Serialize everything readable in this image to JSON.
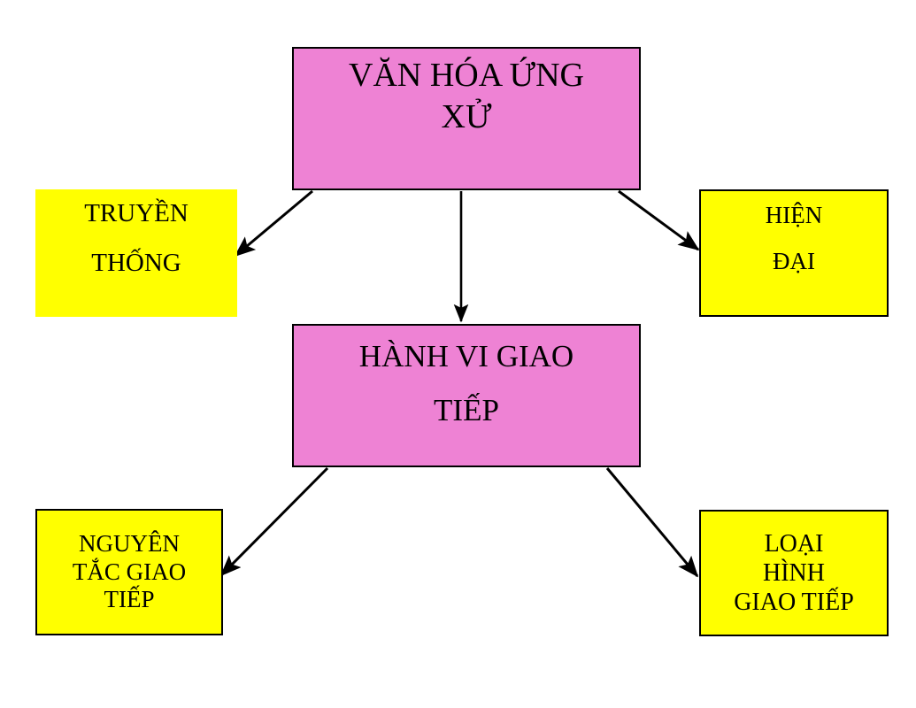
{
  "diagram": {
    "type": "hierarchy-flowchart",
    "title": "VĂN HÓA ỨNG XỬ",
    "background_color": "#ffffff",
    "colors": {
      "root_fill": "#ee82d4",
      "branch_fill": "#ffff00",
      "border": "#000000",
      "text": "#000000",
      "arrow": "#000000"
    },
    "nodes": [
      {
        "id": "root",
        "lines": [
          "VĂN HÓA ỨNG",
          "XỬ"
        ],
        "fill": "#ee82d4",
        "shape": "rectangle"
      },
      {
        "id": "tradition",
        "lines": [
          "TRUYỀN",
          "THỐNG"
        ],
        "fill": "#ffff00",
        "shape": "rectangle"
      },
      {
        "id": "modern",
        "lines": [
          "HIỆN",
          "ĐẠI"
        ],
        "fill": "#ffff00",
        "shape": "rectangle"
      },
      {
        "id": "behavior",
        "lines": [
          "HÀNH VI GIAO",
          "TIẾP"
        ],
        "fill": "#ee82d4",
        "shape": "rectangle"
      },
      {
        "id": "principles",
        "lines": [
          "NGUYÊN",
          "TẮC GIAO",
          "TIẾP"
        ],
        "fill": "#ffff00",
        "shape": "rectangle"
      },
      {
        "id": "types",
        "lines": [
          "LOẠI",
          "HÌNH",
          "GIAO TIẾP"
        ],
        "fill": "#ffff00",
        "shape": "rectangle"
      }
    ],
    "edges": [
      {
        "id": "root-to-tradition",
        "from": "root",
        "to": "tradition",
        "style": "solid-arrow"
      },
      {
        "id": "root-to-modern",
        "from": "root",
        "to": "modern",
        "style": "solid-arrow"
      },
      {
        "id": "root-to-behavior",
        "from": "root",
        "to": "behavior",
        "style": "solid-arrow"
      },
      {
        "id": "behavior-to-principles",
        "from": "behavior",
        "to": "principles",
        "style": "solid-arrow"
      },
      {
        "id": "behavior-to-types",
        "from": "behavior",
        "to": "types",
        "style": "solid-arrow"
      }
    ]
  }
}
